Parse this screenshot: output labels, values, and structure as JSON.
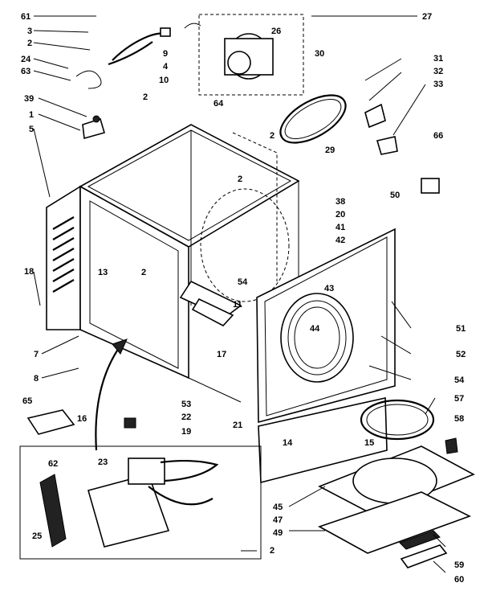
{
  "callouts": [
    "61",
    "3",
    "2",
    "24",
    "63",
    "39",
    "1",
    "5",
    "18",
    "7",
    "8",
    "65",
    "16",
    "62",
    "25",
    "9",
    "4",
    "10",
    "2",
    "13",
    "2",
    "23",
    "2",
    "27",
    "26",
    "30",
    "64",
    "2",
    "29",
    "31",
    "32",
    "33",
    "66",
    "2",
    "38",
    "20",
    "50",
    "41",
    "42",
    "54",
    "11",
    "17",
    "43",
    "44",
    "51",
    "52",
    "54",
    "57",
    "58",
    "53",
    "22",
    "21",
    "19",
    "14",
    "15",
    "45",
    "47",
    "49",
    "59",
    "60"
  ]
}
